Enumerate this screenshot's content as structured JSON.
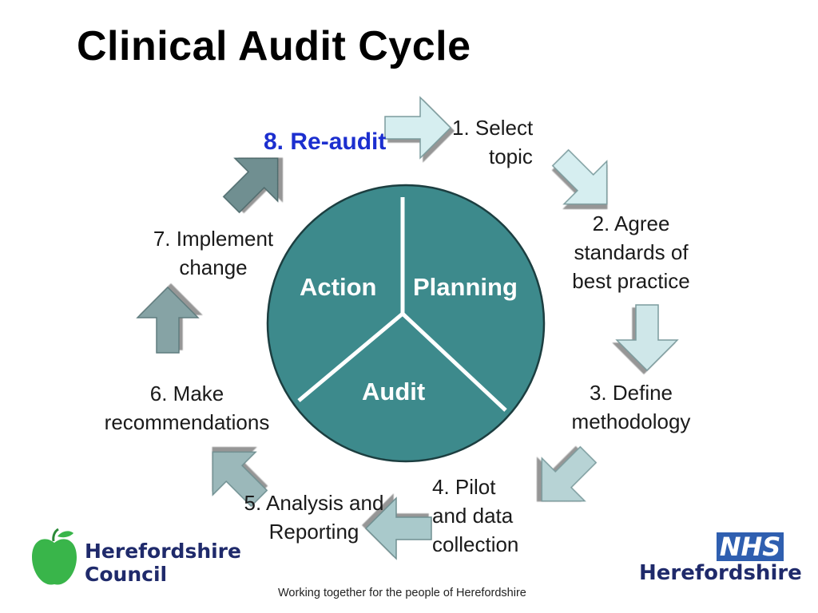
{
  "title": "Clinical Audit Cycle",
  "steps": {
    "s1": [
      "1.  Select",
      "topic"
    ],
    "s2": [
      "2. Agree",
      "standards of",
      "best practice"
    ],
    "s3": [
      "3. Define",
      "methodology"
    ],
    "s4": [
      "4. Pilot",
      "and data",
      "collection"
    ],
    "s5": [
      "5. Analysis and",
      "Reporting"
    ],
    "s6": [
      "6. Make",
      "recommendations"
    ],
    "s7": [
      "7. Implement",
      "change"
    ],
    "s8": "8. Re-audit"
  },
  "segments": {
    "action": "Action",
    "planning": "Planning",
    "audit": "Audit"
  },
  "footer": {
    "council_name": [
      "Herefordshire",
      "Council"
    ],
    "nhs_badge": "NHS",
    "nhs_region": "Herefordshire",
    "tagline": "Working together for the people of Herefordshire"
  },
  "colors": {
    "circle": "#3d8a8c",
    "arrow_light": "#d6eef0",
    "arrow_mid": "#a9c9cb",
    "arrow_dark": "#6f8f91",
    "reaudit_text": "#1c2fcf",
    "apple_green": "#39b54a",
    "nhs_blue": "#2f5fb0",
    "council_navy": "#1f2a6b"
  }
}
